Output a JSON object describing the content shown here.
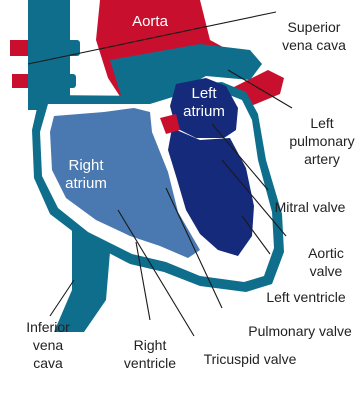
{
  "colors": {
    "aorta": "#c8102e",
    "vessel_teal": "#0f6e8c",
    "vessel_teal_dark": "#0b5c75",
    "chamber_right": "#4a78b0",
    "chamber_left": "#152a7a",
    "heart_outline": "#0f6e8c",
    "pulmonary_artery": "#0f6e8c"
  },
  "labels": {
    "aorta": "Aorta",
    "superior_vena_cava_1": "Superior",
    "superior_vena_cava_2": "vena cava",
    "left_atrium_1": "Left",
    "left_atrium_2": "atrium",
    "right_atrium_1": "Right",
    "right_atrium_2": "atrium",
    "left_pulmonary_artery_1": "Left",
    "left_pulmonary_artery_2": "pulmonary",
    "left_pulmonary_artery_3": "artery",
    "mitral_valve": "Mitral valve",
    "aortic_valve_1": "Aortic",
    "aortic_valve_2": "valve",
    "left_ventricle": "Left ventricle",
    "pulmonary_valve": "Pulmonary valve",
    "tricuspid_valve": "Tricuspid valve",
    "inferior_vena_cava_1": "Inferior",
    "inferior_vena_cava_2": "vena",
    "inferior_vena_cava_3": "cava",
    "right_ventricle_1": "Right",
    "right_ventricle_2": "ventricle"
  }
}
